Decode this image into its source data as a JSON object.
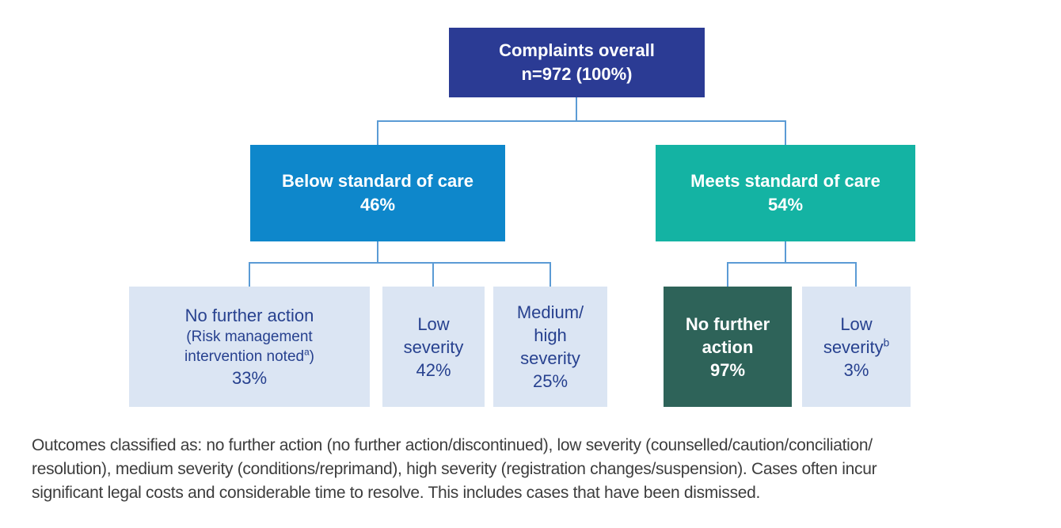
{
  "colors": {
    "root_bg": "#2b3b94",
    "below_bg": "#0e87cb",
    "meets_bg": "#14b3a3",
    "dark_leaf_bg": "#2e6359",
    "light_leaf_bg": "#dbe5f3",
    "leaf_text": "#27418f",
    "connector": "#5b9bd5",
    "footer_text": "#3d3d3d"
  },
  "tree": {
    "root": {
      "title": "Complaints overall",
      "subtitle": "n=972 (100%)"
    },
    "below_branch": {
      "title": "Below standard of care",
      "percent": "46%"
    },
    "meets_branch": {
      "title": "Meets standard of care",
      "percent": "54%"
    },
    "leaf_nfa_below": {
      "title": "No further action",
      "note_line1": "(Risk management",
      "note_line2": "intervention noted",
      "note_sup": "a",
      "note_close": ")",
      "percent": "33%"
    },
    "leaf_low_below": {
      "line1": "Low",
      "line2": "severity",
      "percent": "42%"
    },
    "leaf_medhigh_below": {
      "line1": "Medium/",
      "line2": "high",
      "line3": "severity",
      "percent": "25%"
    },
    "leaf_nfa_meets": {
      "line1": "No further",
      "line2": "action",
      "percent": "97%"
    },
    "leaf_low_meets": {
      "line1": "Low",
      "line2": "severity",
      "sup": "b",
      "percent": "3%"
    }
  },
  "footnote": {
    "line1": "Outcomes classified as: no further action (no further action/discontinued), low severity (counselled/caution/conciliation/",
    "line2": "resolution), medium severity (conditions/reprimand), high severity (registration changes/suspension). Cases often incur",
    "line3": "significant legal costs and considerable time to resolve. This includes cases that have been dismissed."
  }
}
